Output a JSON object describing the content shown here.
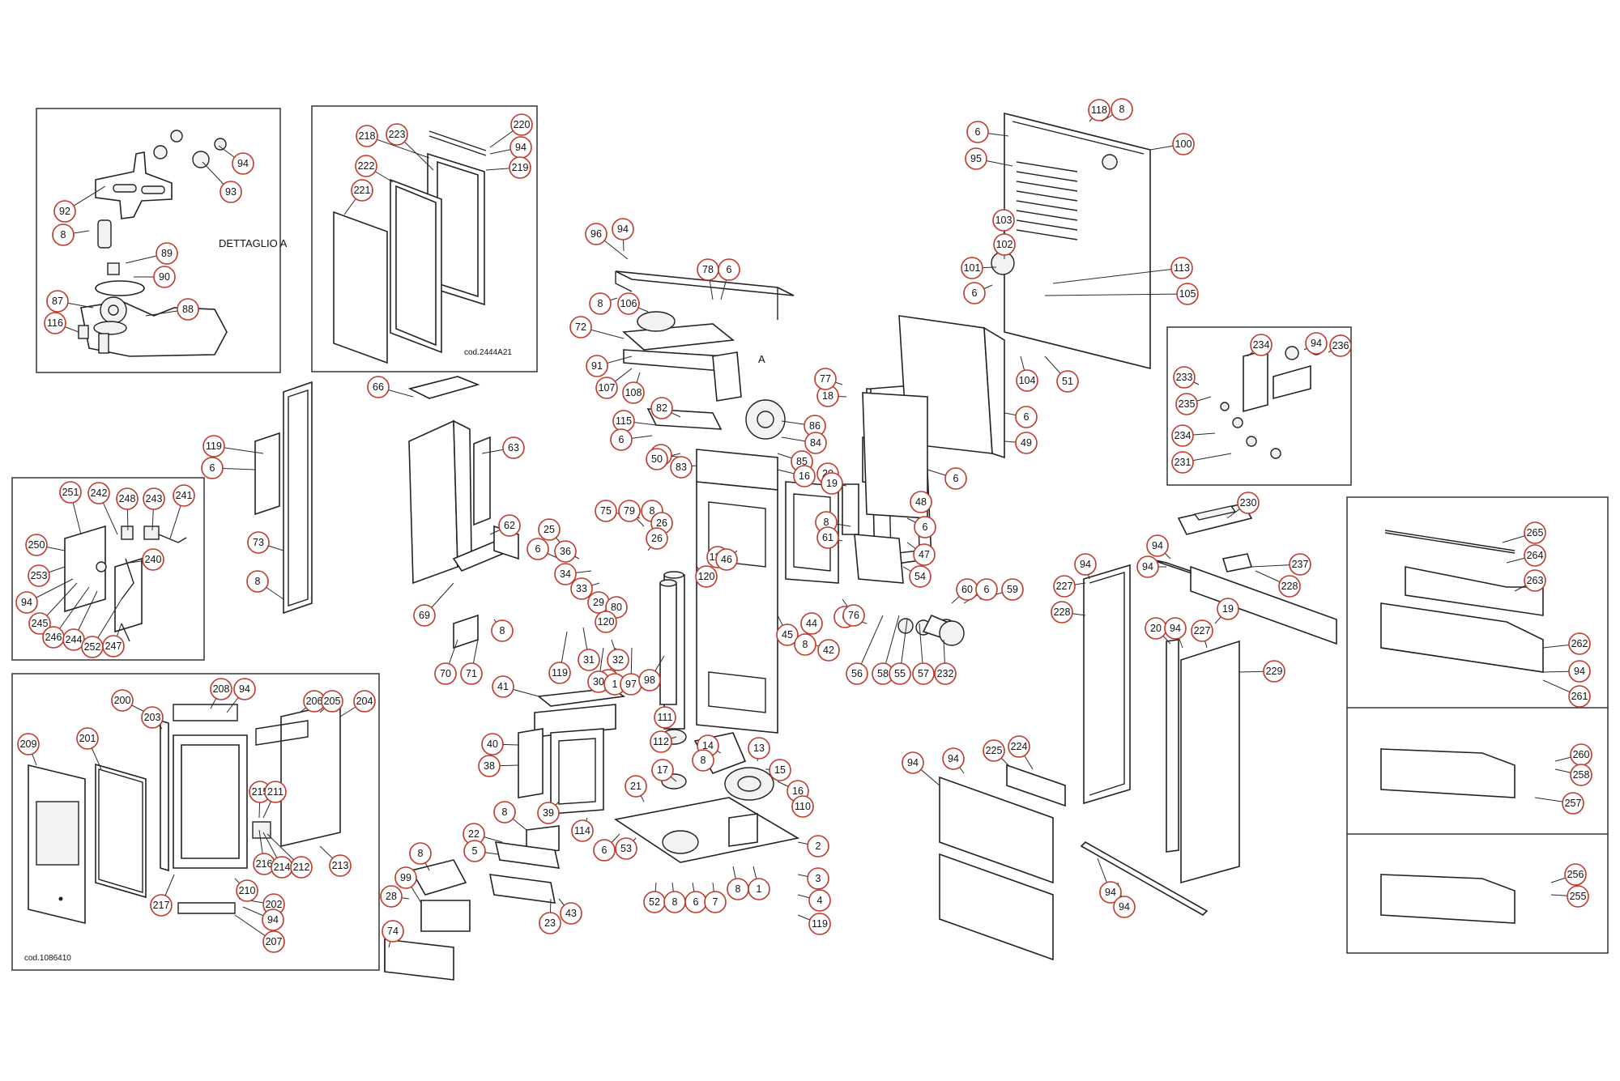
{
  "panels": {
    "detail_a": {
      "title": "DETTAGLIO A"
    },
    "top_glass": {
      "code": "cod.2444A21"
    },
    "left_door": {
      "code": "cod.1086410"
    }
  },
  "main": {
    "marker_a": "A"
  },
  "callouts": [
    "94",
    "93",
    "92",
    "8",
    "89",
    "90",
    "87",
    "88",
    "116",
    "220",
    "94",
    "219",
    "218",
    "223",
    "222",
    "221",
    "251",
    "242",
    "248",
    "243",
    "241",
    "250",
    "240",
    "253",
    "94",
    "245",
    "246",
    "244",
    "252",
    "247",
    "209",
    "201",
    "200",
    "203",
    "208",
    "94",
    "206",
    "205",
    "204",
    "215",
    "211",
    "216",
    "214",
    "212",
    "213",
    "217",
    "210",
    "202",
    "94",
    "207",
    "119",
    "6",
    "73",
    "8",
    "66",
    "63",
    "62",
    "69",
    "70",
    "71",
    "8",
    "96",
    "94",
    "78",
    "6",
    "8",
    "106",
    "72",
    "91",
    "107",
    "108",
    "82",
    "115",
    "6",
    "6",
    "83",
    "50",
    "86",
    "84",
    "85",
    "16",
    "20",
    "19",
    "8",
    "61",
    "6",
    "18",
    "77",
    "76",
    "75",
    "79",
    "8",
    "26",
    "26",
    "25",
    "6",
    "36",
    "34",
    "33",
    "29",
    "80",
    "120",
    "32",
    "119",
    "31",
    "6",
    "30",
    "1",
    "97",
    "98",
    "121",
    "120",
    "46",
    "44",
    "45",
    "8",
    "42",
    "41",
    "40",
    "38",
    "39",
    "114",
    "111",
    "112",
    "17",
    "14",
    "8",
    "13",
    "15",
    "16",
    "110",
    "21",
    "8",
    "22",
    "5",
    "6",
    "53",
    "52",
    "8",
    "6",
    "7",
    "8",
    "1",
    "2",
    "3",
    "4",
    "119",
    "23",
    "43",
    "8",
    "28",
    "99",
    "74",
    "6",
    "95",
    "118",
    "8",
    "100",
    "103",
    "102",
    "101",
    "6",
    "113",
    "105",
    "104",
    "51",
    "6",
    "49",
    "6",
    "48",
    "6",
    "47",
    "54",
    "60",
    "6",
    "59",
    "56",
    "58",
    "55",
    "57",
    "232",
    "233",
    "235",
    "234",
    "94",
    "236",
    "234",
    "231",
    "230",
    "94",
    "94",
    "237",
    "228",
    "94",
    "227",
    "228",
    "19",
    "20",
    "94",
    "227",
    "229",
    "94",
    "94",
    "225",
    "224",
    "94",
    "94",
    "265",
    "264",
    "263",
    "262",
    "94",
    "261",
    "260",
    "258",
    "257",
    "256",
    "255"
  ]
}
